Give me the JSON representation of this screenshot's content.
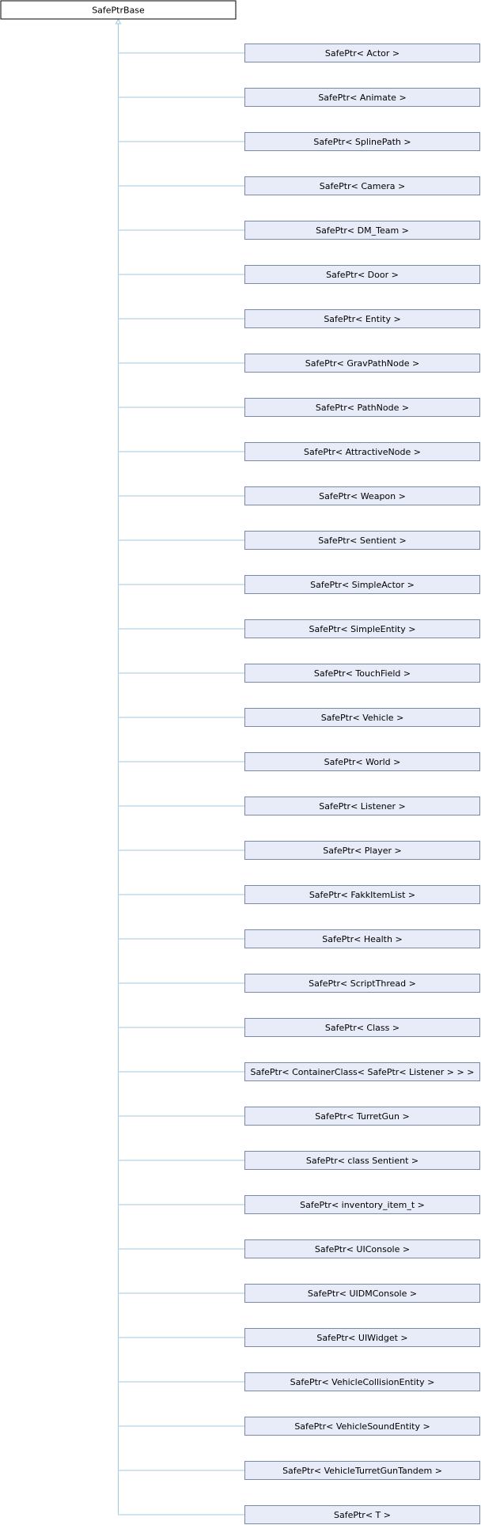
{
  "diagram": {
    "base_class": "SafePtrBase",
    "derived_classes": [
      "SafePtr< Actor >",
      "SafePtr< Animate >",
      "SafePtr< SplinePath >",
      "SafePtr< Camera >",
      "SafePtr< DM_Team >",
      "SafePtr< Door >",
      "SafePtr< Entity >",
      "SafePtr< GravPathNode >",
      "SafePtr< PathNode >",
      "SafePtr< AttractiveNode >",
      "SafePtr< Weapon >",
      "SafePtr< Sentient >",
      "SafePtr< SimpleActor >",
      "SafePtr< SimpleEntity >",
      "SafePtr< TouchField >",
      "SafePtr< Vehicle >",
      "SafePtr< World >",
      "SafePtr< Listener >",
      "SafePtr< Player >",
      "SafePtr< FakkItemList >",
      "SafePtr< Health >",
      "SafePtr< ScriptThread >",
      "SafePtr< Class >",
      "SafePtr< ContainerClass< SafePtr< Listener > > >",
      "SafePtr< TurretGun >",
      "SafePtr< class Sentient >",
      "SafePtr< inventory_item_t >",
      "SafePtr< UIConsole >",
      "SafePtr< UIDMConsole >",
      "SafePtr< UIWidget >",
      "SafePtr< VehicleCollisionEntity >",
      "SafePtr< VehicleSoundEntity >",
      "SafePtr< VehicleTurretGunTandem >",
      "SafePtr< T >"
    ],
    "colors": {
      "base_fill": "#ffffff",
      "base_stroke": "#000000",
      "node_fill": "#e8ecf8",
      "node_stroke": "#7a88a8",
      "edge": "#9fc8e0"
    }
  }
}
